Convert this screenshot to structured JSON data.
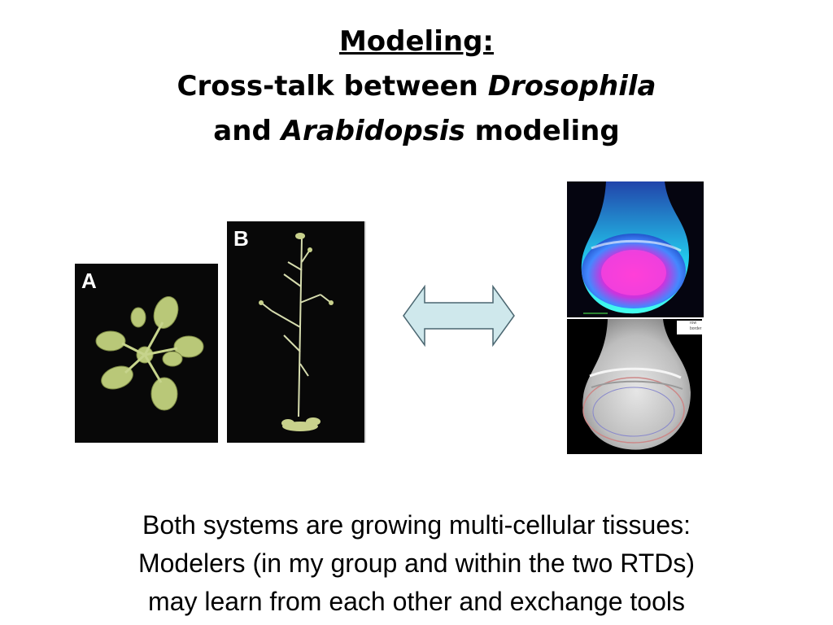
{
  "title": {
    "line1": "Modeling:",
    "line2_pre": "Cross-talk between ",
    "line2_italic": "Drosophila",
    "line3_pre": "and ",
    "line3_italic": "Arabidopsis",
    "line3_post": " modeling"
  },
  "figures": {
    "panel_a_label": "A",
    "panel_b_label": "B",
    "legend_row1": "row",
    "legend_row2": "border"
  },
  "body": {
    "line1": "Both systems are growing multi-cellular tissues:",
    "line2": "Modelers (in my group and within the two RTDs)",
    "line3": "may learn from each other and exchange tools"
  },
  "colors": {
    "arrow_fill": "#cfe8ec",
    "arrow_stroke": "#4a6670",
    "plant_green": "#b9c878"
  }
}
